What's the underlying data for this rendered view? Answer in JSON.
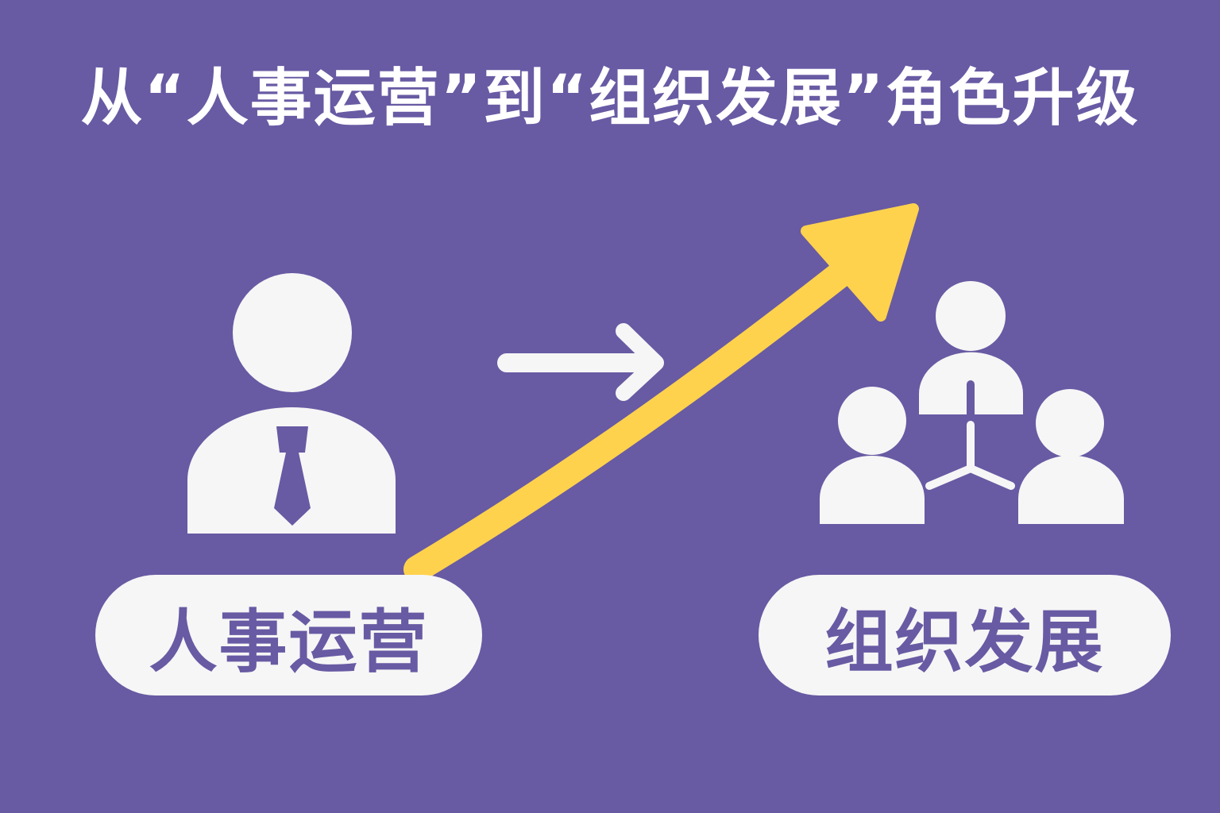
{
  "title": "从“人事运营”到“组织发展”角色升级",
  "left_label": "人事运营",
  "right_label": "组织发展",
  "icons": {
    "left": "person-with-tie-icon",
    "right": "team-network-icon",
    "small_arrow": "arrow-right-icon",
    "growth_arrow": "growth-arrow-icon"
  },
  "colors": {
    "background": "#685aa3",
    "foreground": "#f6f6f6",
    "accent": "#ffd24d",
    "label_text": "#685aa3"
  }
}
